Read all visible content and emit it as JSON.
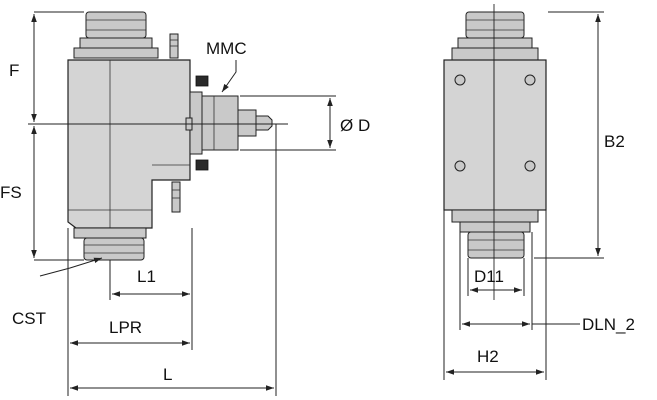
{
  "labels": {
    "f": "F",
    "fs": "FS",
    "mmc": "MMC",
    "dia_d": "Ø D",
    "l1": "L1",
    "cst": "CST",
    "lpr": "LPR",
    "l": "L",
    "b2": "B2",
    "d11": "D11",
    "dln_2": "DLN_2",
    "h2": "H2"
  }
}
